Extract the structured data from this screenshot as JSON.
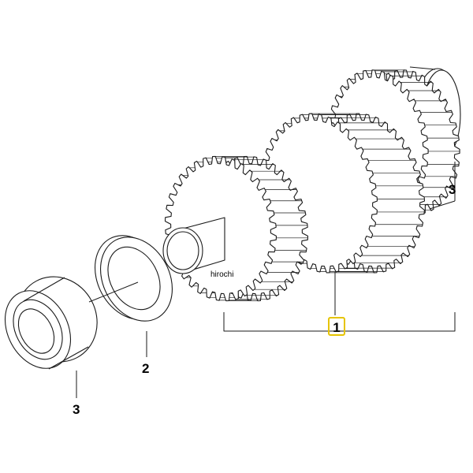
{
  "callouts": {
    "part_1": "1",
    "part_2": "2",
    "part_3_bearing": "3",
    "part_3_right": "3"
  },
  "watermark": "hirochi",
  "colors": {
    "line": "#1a1a1a",
    "highlight_box": "#e6c400",
    "background": "#ffffff"
  }
}
